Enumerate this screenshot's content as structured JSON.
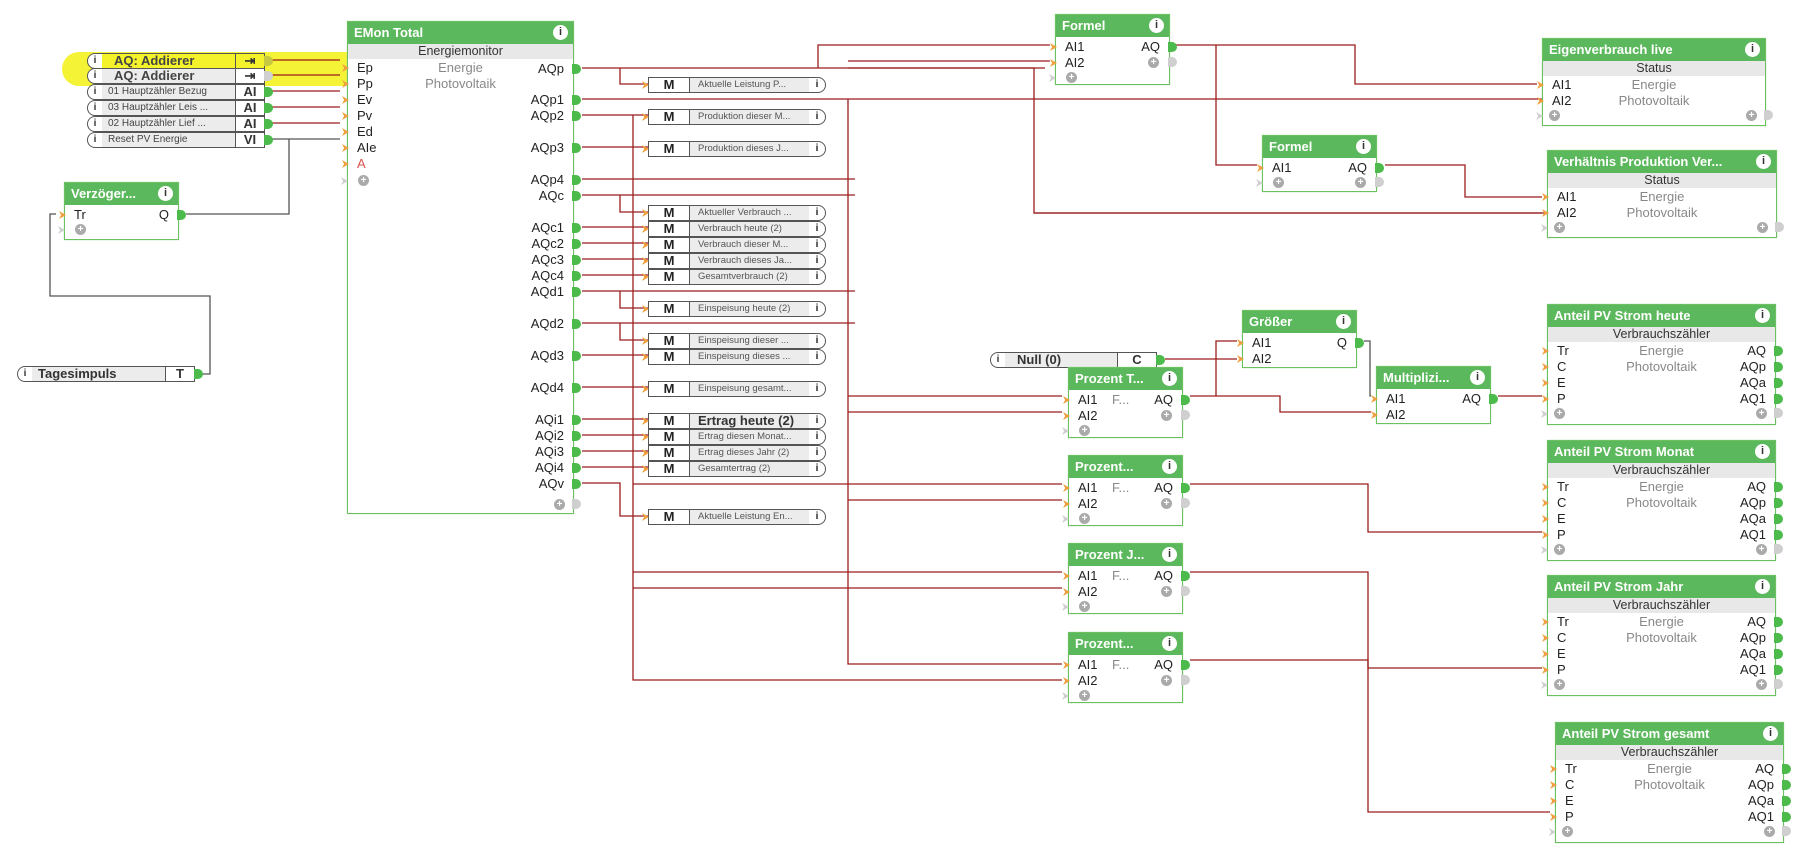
{
  "highlight": {
    "color": "#f4f22a"
  },
  "wire_color": "#9b1c1c",
  "wire_color_grey": "#555555",
  "header_color": "#5cb85c",
  "inputs": [
    {
      "label": "AQ: Addierer",
      "type": "⇥",
      "big": true
    },
    {
      "label": "AQ: Addierer",
      "type": "⇥",
      "big": true
    },
    {
      "label": "01 Hauptzähler Bezug",
      "type": "AI"
    },
    {
      "label": "03 Hauptzähler Leis ...",
      "type": "AI"
    },
    {
      "label": "02 Hauptzähler Lief ...",
      "type": "AI"
    },
    {
      "label": "Reset PV Energie",
      "type": "VI"
    }
  ],
  "tagesimpuls": {
    "label": "Tagesimpuls",
    "type": "T"
  },
  "null_const": {
    "label": "Null (0)",
    "type": "C"
  },
  "delay": {
    "title": "Verzöger...",
    "inputs": [
      "Tr"
    ],
    "outputs": [
      "Q"
    ]
  },
  "emon": {
    "title": "EMon Total",
    "subtitle": "Energiemonitor",
    "param1": "Energie",
    "param2": "Photovoltaik",
    "inputs": [
      "Ep",
      "Pp",
      "Ev",
      "Pv",
      "Ed",
      "AIe",
      "A"
    ],
    "outputs": [
      "AQp",
      "AQp1",
      "AQp2",
      "AQp3",
      "AQp4",
      "AQc",
      "AQc1",
      "AQc2",
      "AQc3",
      "AQc4",
      "AQd1",
      "AQd2",
      "AQd3",
      "AQd4",
      "AQi1",
      "AQi2",
      "AQi3",
      "AQi4",
      "AQv"
    ]
  },
  "memory_outputs": [
    {
      "type": "M",
      "label": "Aktuelle Leistung P..."
    },
    {
      "type": "M",
      "label": "Produktion dieser M..."
    },
    {
      "type": "M",
      "label": "Produktion dieses J..."
    },
    {
      "type": "M",
      "label": "Aktueller Verbrauch ..."
    },
    {
      "type": "M",
      "label": "Verbrauch heute (2)"
    },
    {
      "type": "M",
      "label": "Verbrauch dieser M..."
    },
    {
      "type": "M",
      "label": "Verbrauch dieses Ja..."
    },
    {
      "type": "M",
      "label": "Gesamtverbrauch (2)"
    },
    {
      "type": "M",
      "label": "Einspeisung heute (2)"
    },
    {
      "type": "M",
      "label": "Einspeisung dieser ..."
    },
    {
      "type": "M",
      "label": "Einspeisung dieses ..."
    },
    {
      "type": "M",
      "label": "Einspeisung gesamt..."
    },
    {
      "type": "M",
      "label": "Ertrag heute (2)",
      "big": true
    },
    {
      "type": "M",
      "label": "Ertrag diesen Monat..."
    },
    {
      "type": "M",
      "label": "Ertrag dieses Jahr (2)"
    },
    {
      "type": "M",
      "label": "Gesamtertrag (2)"
    },
    {
      "type": "M",
      "label": "Aktuelle Leistung En..."
    }
  ],
  "formel1": {
    "title": "Formel",
    "inputs": [
      "AI1",
      "AI2"
    ],
    "outputs": [
      "AQ"
    ]
  },
  "formel2": {
    "title": "Formel",
    "inputs": [
      "AI1"
    ],
    "outputs": [
      "AQ"
    ]
  },
  "groesser": {
    "title": "Größer",
    "inputs": [
      "AI1",
      "AI2"
    ],
    "outputs": [
      "Q"
    ]
  },
  "multipl": {
    "title": "Multiplizi...",
    "inputs": [
      "AI1",
      "AI2"
    ],
    "outputs": [
      "AQ"
    ]
  },
  "prozent": [
    {
      "title": "Prozent T...",
      "inputs": [
        "AI1",
        "AI2"
      ],
      "outputs": [
        "AQ"
      ],
      "mid": "F..."
    },
    {
      "title": "Prozent...",
      "inputs": [
        "AI1",
        "AI2"
      ],
      "outputs": [
        "AQ"
      ],
      "mid": "F..."
    },
    {
      "title": "Prozent J...",
      "inputs": [
        "AI1",
        "AI2"
      ],
      "outputs": [
        "AQ"
      ],
      "mid": "F..."
    },
    {
      "title": "Prozent...",
      "inputs": [
        "AI1",
        "AI2"
      ],
      "outputs": [
        "AQ"
      ],
      "mid": "F..."
    }
  ],
  "status_blocks": [
    {
      "title": "Eigenverbrauch live",
      "subtitle": "Status",
      "inputs": [
        "AI1",
        "AI2"
      ],
      "param1": "Energie",
      "param2": "Photovoltaik"
    },
    {
      "title": "Verhältnis Produktion Ver...",
      "subtitle": "Status",
      "inputs": [
        "AI1",
        "AI2"
      ],
      "param1": "Energie",
      "param2": "Photovoltaik"
    }
  ],
  "counter_blocks": [
    {
      "title": "Anteil PV Strom heute",
      "subtitle": "Verbrauchszähler",
      "inputs": [
        "Tr",
        "C",
        "E",
        "P"
      ],
      "outputs": [
        "AQ",
        "AQp",
        "AQa",
        "AQ1"
      ],
      "param1": "Energie",
      "param2": "Photovoltaik"
    },
    {
      "title": "Anteil PV Strom Monat",
      "subtitle": "Verbrauchszähler",
      "inputs": [
        "Tr",
        "C",
        "E",
        "P"
      ],
      "outputs": [
        "AQ",
        "AQp",
        "AQa",
        "AQ1"
      ],
      "param1": "Energie",
      "param2": "Photovoltaik"
    },
    {
      "title": "Anteil PV Strom Jahr",
      "subtitle": "Verbrauchszähler",
      "inputs": [
        "Tr",
        "C",
        "E",
        "P"
      ],
      "outputs": [
        "AQ",
        "AQp",
        "AQa",
        "AQ1"
      ],
      "param1": "Energie",
      "param2": "Photovoltaik"
    },
    {
      "title": "Anteil PV Strom gesamt",
      "subtitle": "Verbrauchszähler",
      "inputs": [
        "Tr",
        "C",
        "E",
        "P"
      ],
      "outputs": [
        "AQ",
        "AQp",
        "AQa",
        "AQ1"
      ],
      "param1": "Energie",
      "param2": "Photovoltaik"
    }
  ],
  "icons": {
    "info": "i",
    "plus": "+"
  }
}
